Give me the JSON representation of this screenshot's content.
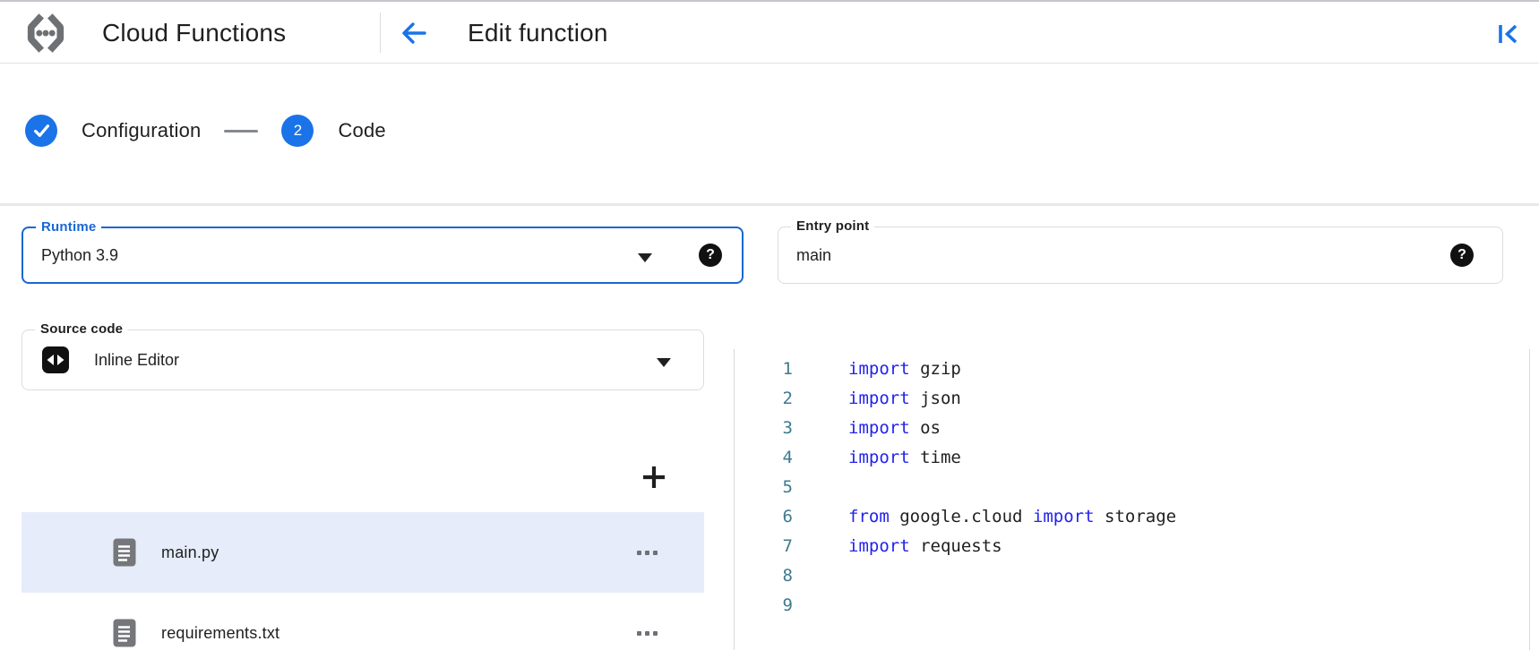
{
  "header": {
    "product_name": "Cloud Functions",
    "page_title": "Edit function"
  },
  "stepper": {
    "step1_label": "Configuration",
    "step2_label": "Code",
    "step2_number": "2"
  },
  "form": {
    "runtime": {
      "label": "Runtime",
      "value": "Python 3.9"
    },
    "entry_point": {
      "label": "Entry point",
      "value": "main"
    },
    "source_code": {
      "label": "Source code",
      "value": "Inline Editor"
    }
  },
  "icons": {
    "help_glyph": "?"
  },
  "files": {
    "items": [
      {
        "name": "main.py",
        "selected": true
      },
      {
        "name": "requirements.txt",
        "selected": false
      }
    ]
  },
  "editor": {
    "lines": [
      {
        "num": "1",
        "tokens": [
          {
            "t": "kw",
            "s": "import"
          },
          {
            "t": "pl",
            "s": " gzip"
          }
        ]
      },
      {
        "num": "2",
        "tokens": [
          {
            "t": "kw",
            "s": "import"
          },
          {
            "t": "pl",
            "s": " json"
          }
        ]
      },
      {
        "num": "3",
        "tokens": [
          {
            "t": "kw",
            "s": "import"
          },
          {
            "t": "pl",
            "s": " os"
          }
        ]
      },
      {
        "num": "4",
        "tokens": [
          {
            "t": "kw",
            "s": "import"
          },
          {
            "t": "pl",
            "s": " time"
          }
        ]
      },
      {
        "num": "5",
        "tokens": []
      },
      {
        "num": "6",
        "tokens": [
          {
            "t": "kw",
            "s": "from"
          },
          {
            "t": "pl",
            "s": " google.cloud "
          },
          {
            "t": "kw",
            "s": "import"
          },
          {
            "t": "pl",
            "s": " storage"
          }
        ]
      },
      {
        "num": "7",
        "tokens": [
          {
            "t": "kw",
            "s": "import"
          },
          {
            "t": "pl",
            "s": " requests"
          }
        ]
      },
      {
        "num": "8",
        "tokens": []
      },
      {
        "num": "9",
        "tokens": []
      }
    ]
  },
  "colors": {
    "accent_blue": "#1a73e8",
    "focus_blue": "#1967d2",
    "keyword_blue": "#2222ee",
    "line_number_teal": "#3d7a8f",
    "selected_row_bg": "#e6ecf9"
  }
}
